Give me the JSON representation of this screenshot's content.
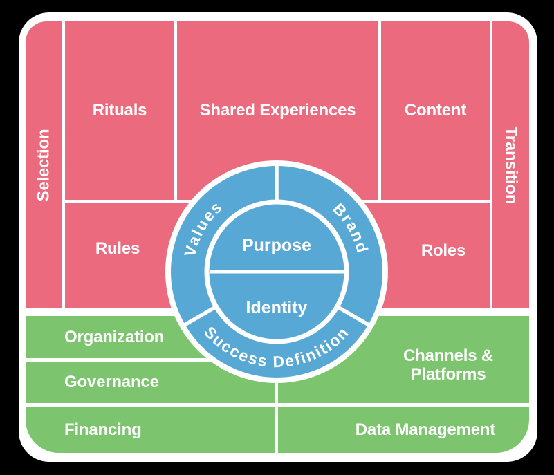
{
  "colors": {
    "background": "#000000",
    "card": "#ffffff",
    "pink": "#ec6a7e",
    "green": "#7cc56e",
    "blue": "#57a8d5",
    "label": "#ffffff"
  },
  "sections": {
    "selection": "Selection",
    "rituals": "Rituals",
    "shared_experiences": "Shared Experiences",
    "content": "Content",
    "transition": "Transition",
    "rules": "Rules",
    "roles": "Roles",
    "organization": "Organization",
    "governance": "Governance",
    "financing": "Financing",
    "channels_platforms_line1": "Channels &",
    "channels_platforms_line2": "Platforms",
    "data_management": "Data Management"
  },
  "core": {
    "purpose": "Purpose",
    "identity": "Identity",
    "values": "Values",
    "brand": "Brand",
    "success_definition": "Success Definition"
  }
}
